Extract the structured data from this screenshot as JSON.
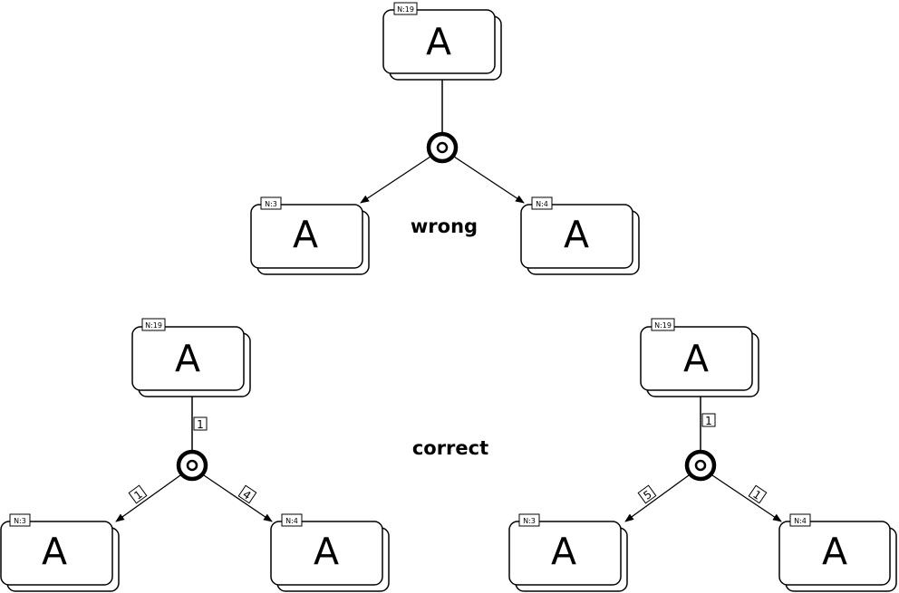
{
  "captions": {
    "wrong": "wrong",
    "correct": "correct"
  },
  "diagrams": {
    "top": {
      "root": {
        "label": "A",
        "tag": "N:19"
      },
      "left": {
        "label": "A",
        "tag": "N:3"
      },
      "right": {
        "label": "A",
        "tag": "N:4"
      }
    },
    "bottom_left": {
      "root": {
        "label": "A",
        "tag": "N:19"
      },
      "left": {
        "label": "A",
        "tag": "N:3"
      },
      "right": {
        "label": "A",
        "tag": "N:4"
      },
      "edges": {
        "root": "1",
        "left": "1",
        "right": "4"
      }
    },
    "bottom_right": {
      "root": {
        "label": "A",
        "tag": "N:19"
      },
      "left": {
        "label": "A",
        "tag": "N:3"
      },
      "right": {
        "label": "A",
        "tag": "N:4"
      },
      "edges": {
        "root": "1",
        "left": "5",
        "right": "1"
      }
    }
  }
}
